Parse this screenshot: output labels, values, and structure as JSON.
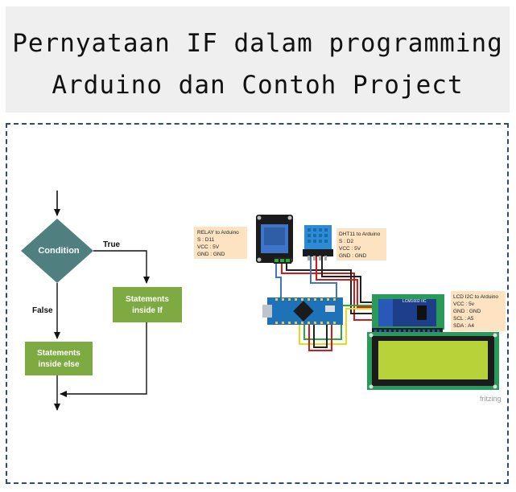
{
  "title": {
    "line1": "Pernyataan IF dalam programming",
    "line2": "Arduino dan Contoh Project"
  },
  "flowchart": {
    "condition": "Condition",
    "true_label": "True",
    "false_label": "False",
    "if_line1": "Statements",
    "if_line2": "inside If",
    "else_line1": "Statements",
    "else_line2": "inside else"
  },
  "circuit": {
    "relay_note": [
      "RELAY to Arduino",
      "S      : D11",
      "VCC  : 5V",
      "GND : GND"
    ],
    "dht_note": [
      "DHT11 to Arduino",
      "S      : D2",
      "VCC  : 5V",
      "GND : GND"
    ],
    "lcd_note": [
      "LCD I2C to Arduino",
      "VCC  : 5v",
      "GND : GND",
      "SCL   : A5",
      "SDA  : A4"
    ],
    "lcd_module_label": "LCM1602 IIC",
    "fritzing": "fritzing"
  },
  "colors": {
    "decision": "#4f7f7f",
    "process": "#7dab42",
    "note": "#fde3c1",
    "relay_blue": "#3e74c9",
    "dht_blue": "#2c8bd4",
    "lcd_screen": "#b8d33a",
    "lcd_board": "#2a9a5a",
    "arduino": "#1e73b8"
  }
}
